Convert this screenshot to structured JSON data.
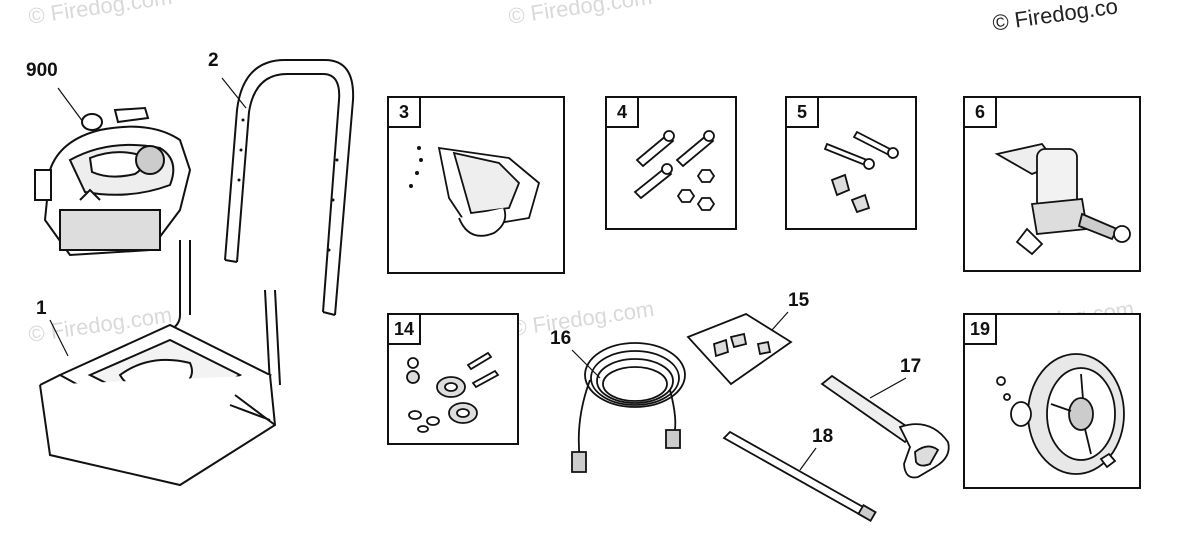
{
  "watermarks": {
    "brand": "© Firedog.com",
    "corner_brand": "© Firedog.co"
  },
  "callouts": {
    "engine": "900",
    "handle": "2",
    "frame": "1",
    "hose": "16",
    "bag": "15",
    "gun": "17",
    "wand": "18"
  },
  "kits": {
    "bracket_kit": "3",
    "bolt_kit": "4",
    "bolt_kit_2": "5",
    "pump": "6",
    "wheel_hardware": "14",
    "wheel": "19"
  },
  "icons": [
    "engine",
    "handle-frame",
    "base-frame",
    "bracket",
    "bolts-nuts",
    "bolts-clips",
    "pump",
    "wheel-hardware",
    "hose",
    "hardware-bag",
    "spray-gun",
    "spray-wand",
    "wheel"
  ]
}
